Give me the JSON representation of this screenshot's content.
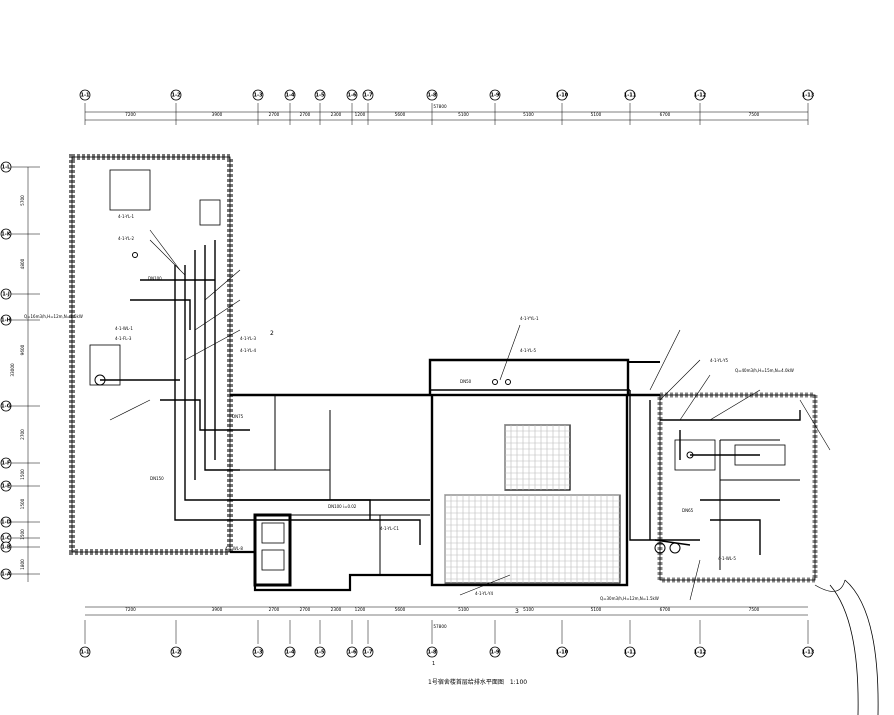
{
  "drawing": {
    "title": "1号宿舍楼首层给排水平面图",
    "scale": "1:100",
    "sheet_mark": "1",
    "total_length": "57800",
    "total_height": "33000"
  },
  "axes_top": [
    "1-1",
    "1-2",
    "1-3",
    "1-4",
    "1-5",
    "1-6",
    "1-7",
    "1-8",
    "1-9",
    "1-10",
    "1-11",
    "1-12",
    "1-13"
  ],
  "axes_left": [
    "1-L",
    "1-K",
    "1-J",
    "1-H",
    "1-G",
    "1-F",
    "1-E",
    "1-D",
    "1-C",
    "1-B",
    "1-A"
  ],
  "spans_top": [
    "7200",
    "3900",
    "2700",
    "2700",
    "2300",
    "1200",
    "5600",
    "5100",
    "5100",
    "5100",
    "6700",
    "7500"
  ],
  "spans_left": [
    "5700",
    "4800",
    "9600",
    "2700",
    "1500",
    "1500",
    "1500",
    "1800"
  ],
  "room_marks": [
    "2",
    "3"
  ],
  "pipe_tags": [
    "4-1-YL-1",
    "4-1-YL-2",
    "4-1-WL-1",
    "4-1-FL-3",
    "4-1-YL-3",
    "4-1-YL-4",
    "4-1-YYL-1",
    "4-1-YL-5",
    "4-1-YL-Y5",
    "4-1-YL-C1",
    "4-1-WL-8",
    "4-1-WL-5",
    "4-1-YL-Y4"
  ],
  "pipe_sizes": [
    "DN100",
    "DN150",
    "DN50",
    "DN75",
    "DN65",
    "DN100 i=0.02"
  ],
  "pump_notes": [
    "Q=16m3/h,H=12m,N=1.5kW",
    "Q=30m3/h,H=12m,N=1.5kW",
    "Q=40m3/h,H=15m,N=4.0kW"
  ]
}
